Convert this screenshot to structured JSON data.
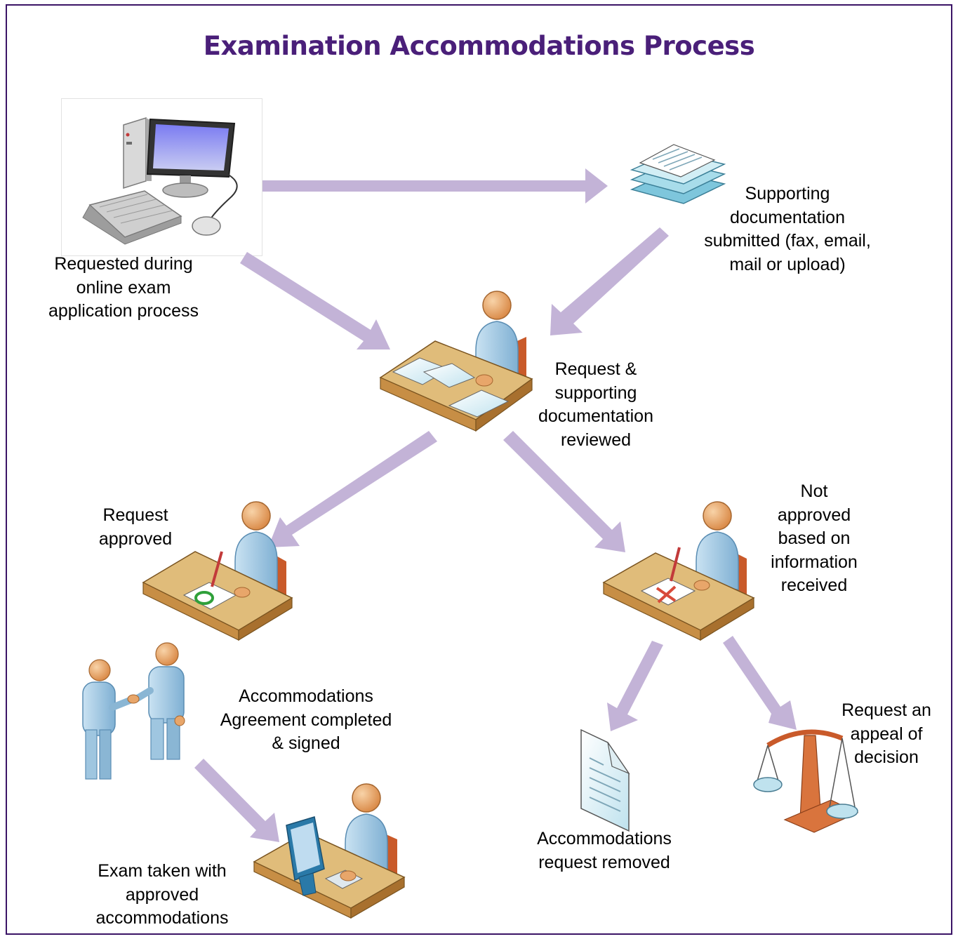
{
  "title": "Examination Accommodations Process",
  "colors": {
    "title": "#4a1f79",
    "frame": "#3b1466",
    "arrow": "#c3b3d7",
    "person": "#9fc6e0",
    "head": "#e8a66a",
    "desk": "#e0bc7a"
  },
  "nodes": {
    "online_request": {
      "label": "Requested during\nonline exam\napplication process",
      "icon": "computer-icon"
    },
    "documentation": {
      "label": "Supporting\ndocumentation\nsubmitted (fax, email,\nmail or upload)",
      "icon": "document-stack-icon"
    },
    "review": {
      "label": "Request &\nsupporting\ndocumentation\nreviewed",
      "icon": "reviewer-at-desk-icon"
    },
    "approved": {
      "label": "Request\napproved",
      "icon": "approver-at-desk-icon"
    },
    "not_approved": {
      "label": "Not\napproved\nbased on\ninformation\nreceived",
      "icon": "rejector-at-desk-icon"
    },
    "agreement": {
      "label": "Accommodations\nAgreement completed\n& signed",
      "icon": "handshake-icon"
    },
    "exam": {
      "label": "Exam taken with\napproved\naccommodations",
      "icon": "exam-at-computer-icon"
    },
    "removed": {
      "label": "Accommodations\nrequest removed",
      "icon": "document-icon"
    },
    "appeal": {
      "label": "Request an\nappeal of\ndecision",
      "icon": "scales-icon"
    }
  }
}
